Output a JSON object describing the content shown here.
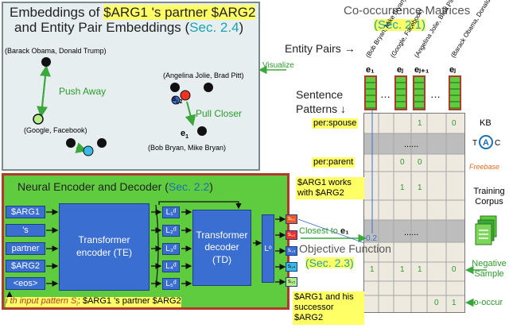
{
  "embedding_panel": {
    "title_line1": "Embeddings of ",
    "title_hl1": "$ARG1 's partner $ARG2",
    "title_line2": "and Entity Pair Embeddings (",
    "title_sec": "Sec. 2.4",
    "title_end": ")",
    "pair_obama_trump": "(Barack Obama, Donald Trump)",
    "push_away": "Push Away",
    "pair_google_facebook": "(Google, Facebook)",
    "pair_jolie_pitt": "(Angelina Jolie, Brad Pitt)",
    "s_label": "s",
    "s_sub": "i,2",
    "pull_closer": "Pull Closer",
    "e_label": "e",
    "e_sub": "1",
    "pair_bryan": "(Bob Bryan, Mike Bryan)",
    "visualize": "Visualize"
  },
  "encoder_panel": {
    "title": "Neural Encoder and Decoder (",
    "title_sec": "Sec. 2.2",
    "title_end": ")",
    "tokens": [
      "$ARG1",
      "'s",
      "partner",
      "$ARG2",
      "<eos>"
    ],
    "encoder_label": "Transformer encoder (TE)",
    "l_labels": [
      "L₁ᵈ",
      "L₂ᵈ",
      "L₃ᵈ",
      "L₄ᵈ",
      "L₅ᵈ"
    ],
    "decoder_label": "Transformer decoder (TD)",
    "lo_label": "Lᵒ",
    "s_outputs": [
      "sᵢ,₁",
      "sᵢ,₂",
      "sᵢ,₃",
      "sᵢ,₄",
      "sᵢ,₅"
    ],
    "caption_prefix": "i th input pattern S",
    "caption_sub": "i",
    "caption_pattern": ": $ARG1 's partner $ARG2"
  },
  "matrix": {
    "title": "Co-occurrence Matrices",
    "title_sec": "(Sec. 2.1)",
    "entity_pairs_label": "Entity Pairs →",
    "column_headers": [
      "(Bob Bryan, Mike Bryan)",
      "(Google, Facebook)",
      "(Angelina Jolie, Brad Pitt)",
      "(Barack Obama, Donald Trump)"
    ],
    "column_e_labels": [
      "e₁",
      "eⱼ",
      "eⱼ₊₁",
      "eⱼ"
    ],
    "col_dots": "…",
    "sentence_patterns_label": "Sentence Patterns ↓",
    "rows": [
      {
        "label": "per:spouse",
        "values": [
          "",
          "",
          "1",
          "0"
        ]
      },
      {
        "label": "......",
        "values": []
      },
      {
        "label": "per:parent",
        "values": [
          "",
          "0",
          "0",
          ""
        ]
      },
      {
        "label": "$ARG1 works with $ARG2",
        "values": [
          "",
          "1",
          "1",
          ""
        ]
      },
      {
        "label": "......",
        "values": []
      },
      {
        "label": "$ARG1 and his successor $ARG2",
        "values": [
          "",
          "",
          "",
          "1"
        ]
      }
    ],
    "pattern_row_values": [
      "1",
      "1",
      "1",
      "0"
    ],
    "closest_to": "Closest to ",
    "closest_e": "e₁",
    "value_02": "0.2",
    "objective_function": "Objective Function",
    "objective_sec": "(Sec. 2.3)",
    "kb_label": "KB",
    "freebase_label": "Freebase",
    "training_corpus": "Training Corpus",
    "negative_sample": "Negative Sample",
    "co_occur": "co-occur",
    "last_row_zero": "0"
  },
  "colors": {
    "green": "#5fcc3f",
    "red_border": "#b23a2a",
    "blue_box": "#3a6ed1",
    "cyan_text": "#1aa3b5",
    "highlight_yellow": "#ffff66",
    "arrow_green": "#3aa83a"
  }
}
